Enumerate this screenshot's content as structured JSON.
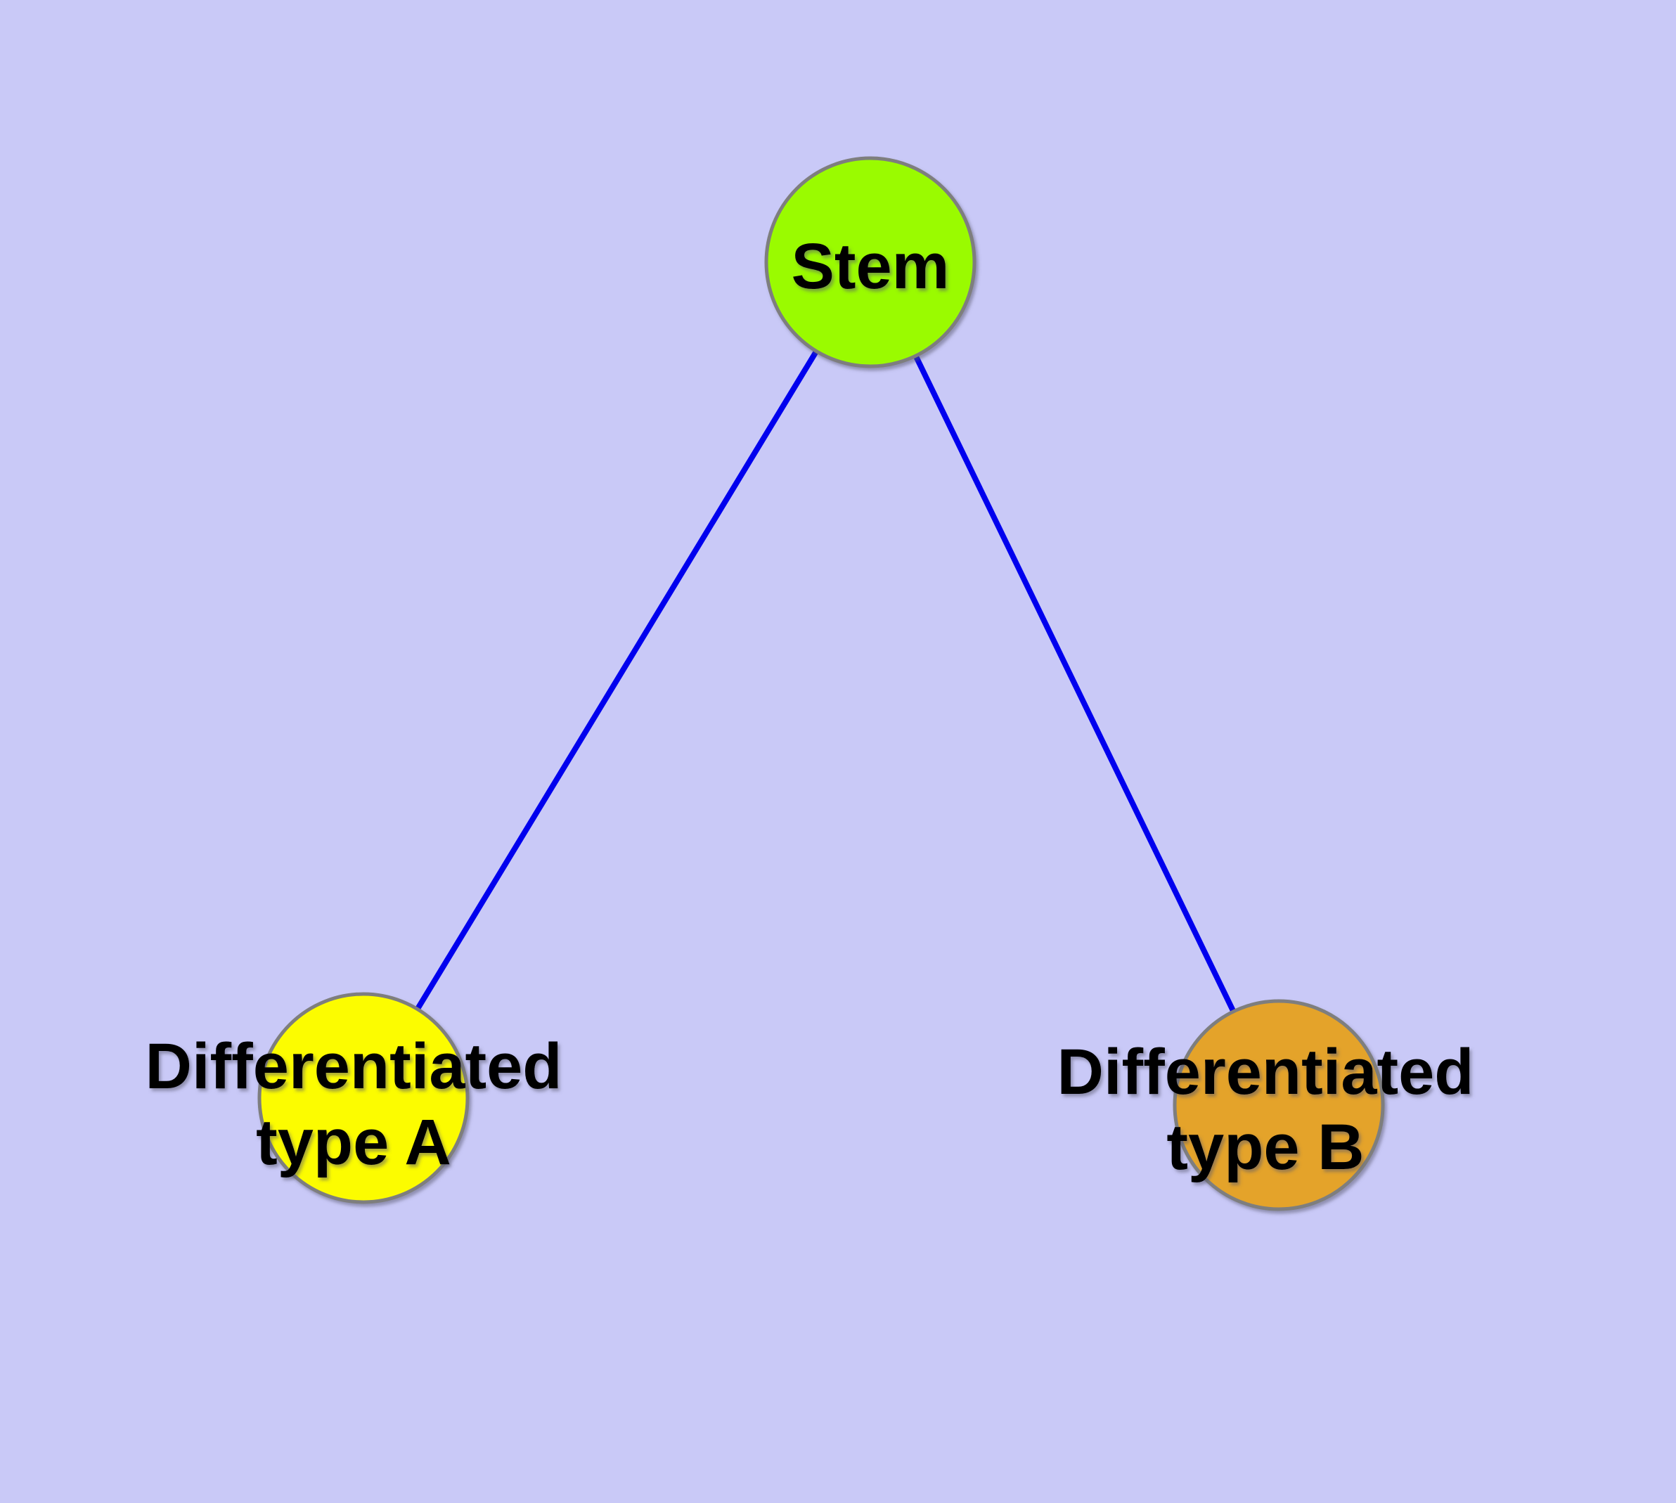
{
  "canvas": {
    "background_color": "#C9C9F7"
  },
  "graph": {
    "edge_color": "#0000EE",
    "node_border_color": "#7E7E7E",
    "label_color": "#000000",
    "nodes": [
      {
        "id": "stem",
        "label": "Stem",
        "fill_color": "#9AFB00"
      },
      {
        "id": "differentiated-type-a",
        "label": "Differentiated type A",
        "label_line1": "Differentiated",
        "label_line2": "type A",
        "fill_color": "#FCFC00"
      },
      {
        "id": "differentiated-type-b",
        "label": "Differentiated type B",
        "label_line1": "Differentiated",
        "label_line2": "type B",
        "fill_color": "#E4A32A"
      }
    ],
    "edges": [
      {
        "from": "stem",
        "to": "differentiated-type-a"
      },
      {
        "from": "stem",
        "to": "differentiated-type-b"
      }
    ]
  }
}
